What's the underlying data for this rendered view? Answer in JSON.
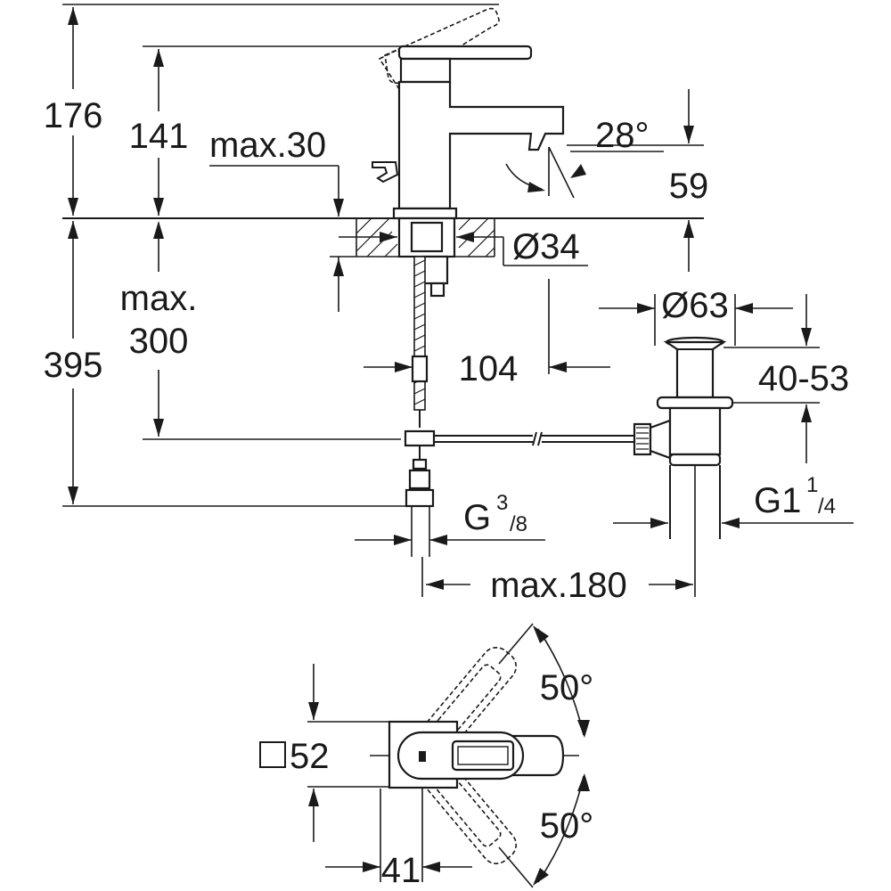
{
  "dimensions": {
    "total_height": "176",
    "spout_height": "141",
    "deck_thickness": "max.30",
    "spout_angle": "28°",
    "spout_projection_height": "59",
    "hole_diameter": "Ø34",
    "hose_length_line1": "max.",
    "hose_length_line2": "300",
    "total_below_deck": "395",
    "reach": "104",
    "waste_diameter": "Ø63",
    "waste_range": "40-53",
    "inlet_thread_main": "G",
    "inlet_thread_num": "3",
    "inlet_thread_den": "/8",
    "waste_thread_main": "G1",
    "waste_thread_num": "1",
    "waste_thread_den": "/4",
    "rod_length": "max.180",
    "plan_square": "52",
    "plan_rotation_top": "50°",
    "plan_rotation_bottom": "50°",
    "plan_offset": "41"
  }
}
